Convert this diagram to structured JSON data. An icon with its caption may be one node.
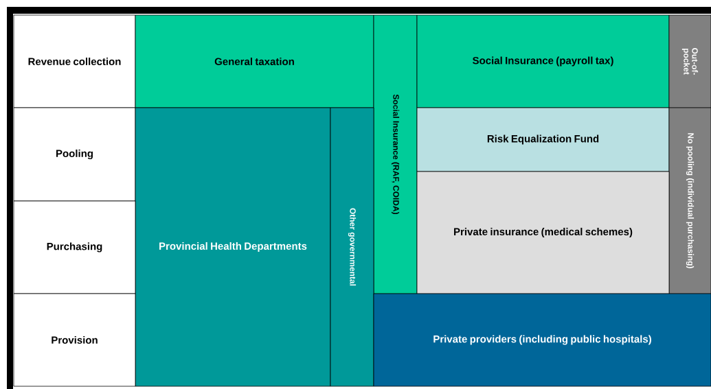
{
  "diagram": {
    "nodes": [
      {
        "text": [
          "Revenue collection"
        ]
      },
      {
        "text": [
          "General taxation"
        ]
      },
      {
        "text": [
          "Social Insurance (RAF, COIDA)"
        ]
      },
      {
        "text": [
          "Social Insurance (payroll tax)"
        ]
      },
      {
        "text": [
          "Out-of-pocket"
        ]
      },
      {
        "text": [
          "Pooling"
        ]
      },
      {
        "text": [
          "Provincial Health Departments"
        ]
      },
      {
        "text": [
          "Other governmental"
        ]
      },
      {
        "text": [
          "Risk Equalization Fund"
        ]
      },
      {
        "text": [
          "No pooling (individual purchasing)"
        ]
      },
      {
        "text": [
          "Purchasing"
        ]
      },
      {
        "text": [
          "Private insurance (medical schemes)"
        ]
      },
      {
        "text": [
          "Provision"
        ]
      },
      {
        "text": [
          "Private providers (including public hospitals)"
        ]
      }
    ]
  }
}
